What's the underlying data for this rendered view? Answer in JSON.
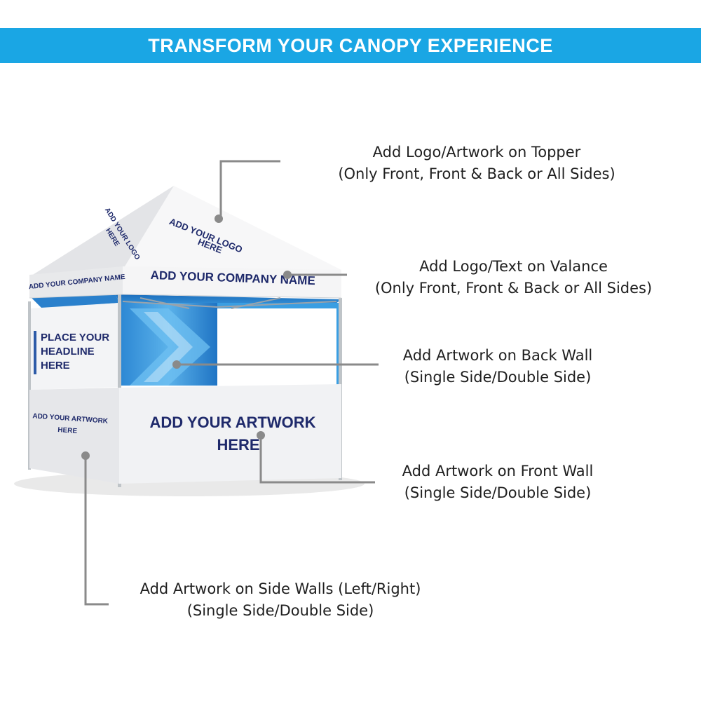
{
  "header": {
    "title": "TRANSFORM YOUR CANOPY EXPERIENCE"
  },
  "callouts": {
    "topper": {
      "line1": "Add Logo/Artwork on Topper",
      "line2": "(Only Front, Front & Back or All Sides)"
    },
    "valance": {
      "line1": "Add Logo/Text on Valance",
      "line2": "(Only Front, Front & Back or All Sides)"
    },
    "back_wall": {
      "line1": "Add Artwork on Back Wall",
      "line2": "(Single Side/Double Side)"
    },
    "front_wall": {
      "line1": "Add Artwork on Front Wall",
      "line2": "(Single Side/Double Side)"
    },
    "side_walls": {
      "line1": "Add Artwork on Side Walls (Left/Right)",
      "line2": "(Single Side/Double Side)"
    }
  },
  "tent": {
    "roof_front_text_1": "ADD YOUR LOGO",
    "roof_front_text_2": "HERE",
    "roof_side_text_1": "ADD YOUR LOGO",
    "roof_side_text_2": "HERE",
    "valance_front_text": "ADD YOUR COMPANY NAME",
    "valance_side_text": "ADD YOUR COMPANY NAME",
    "side_banner_line1": "PLACE YOUR",
    "side_banner_line2": "HEADLINE",
    "side_banner_line3": "HERE",
    "side_wall_text_1": "ADD YOUR ARTWORK",
    "side_wall_text_2": "HERE",
    "front_wall_text_1": "ADD YOUR ARTWORK",
    "front_wall_text_2": "HERE"
  },
  "colors": {
    "banner": "#1aa6e4",
    "tent_blue": "#2f8fd6",
    "text_navy": "#1f2a6b",
    "connector": "#8a8a8a"
  }
}
